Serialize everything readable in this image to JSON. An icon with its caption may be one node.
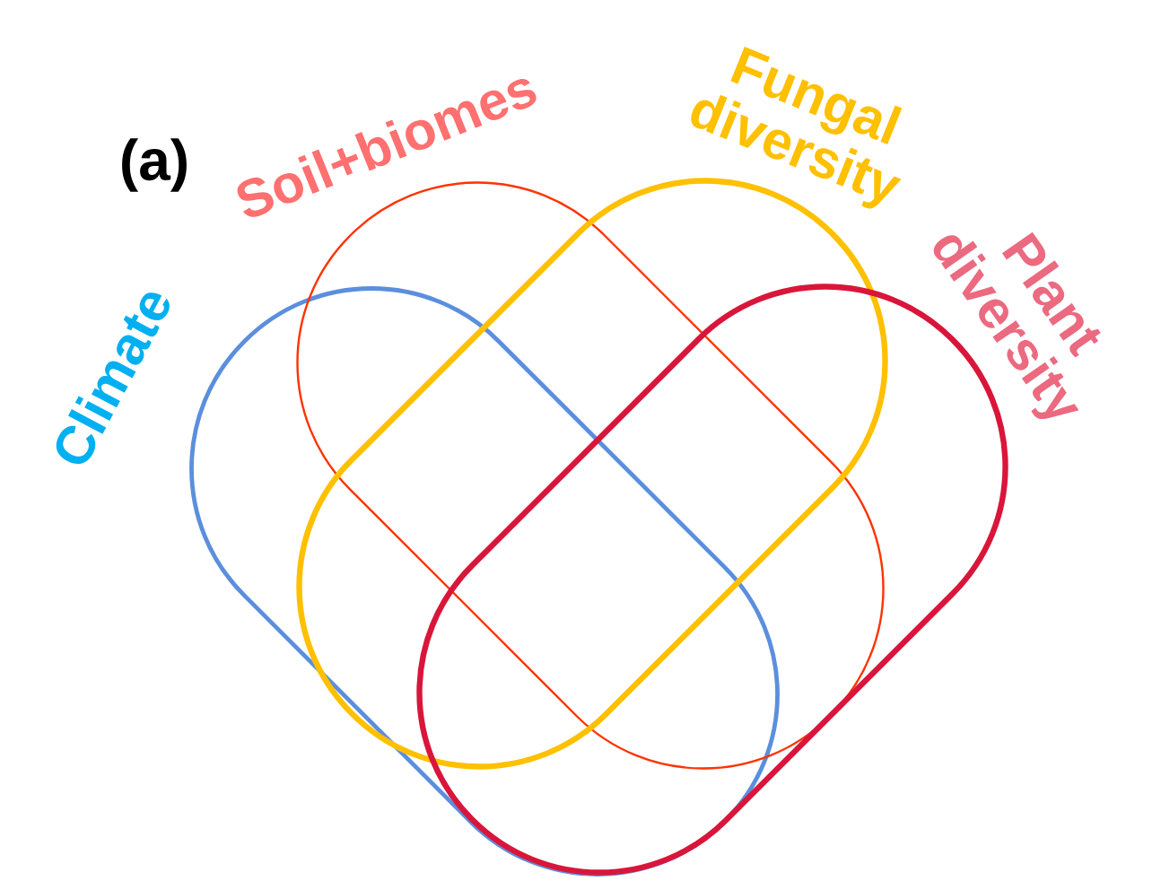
{
  "diagram": {
    "nodes": [
      {
        "text": [
          "Climate"
        ]
      },
      {
        "text": [
          "Soil+biomes"
        ]
      },
      {
        "text": [
          "Fungal diversity"
        ]
      },
      {
        "text": [
          "Plant diversity"
        ]
      }
    ],
    "labels": [
      "(a)"
    ]
  }
}
